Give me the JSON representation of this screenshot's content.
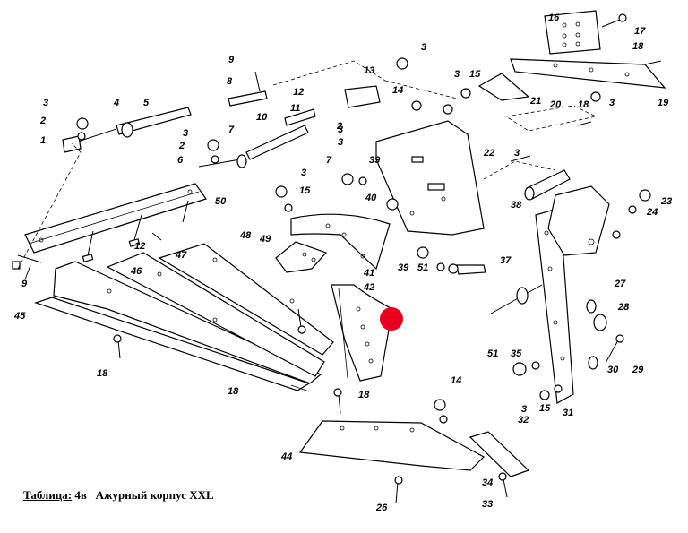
{
  "caption": {
    "prefix": "Таблица:",
    "table_no": "4в",
    "title": "Ажурный корпус XXL"
  },
  "marker_color": "#e8001c",
  "labels": [
    "1",
    "2",
    "3",
    "4",
    "5",
    "6",
    "7",
    "8",
    "9",
    "10",
    "11",
    "12",
    "13",
    "14",
    "15",
    "16",
    "17",
    "18",
    "19",
    "20",
    "21",
    "22",
    "23",
    "24",
    "26",
    "27",
    "28",
    "29",
    "30",
    "31",
    "32",
    "33",
    "34",
    "35",
    "37",
    "38",
    "39",
    "40",
    "41",
    "42",
    "44",
    "45",
    "46",
    "47",
    "48",
    "49",
    "50",
    "51"
  ]
}
